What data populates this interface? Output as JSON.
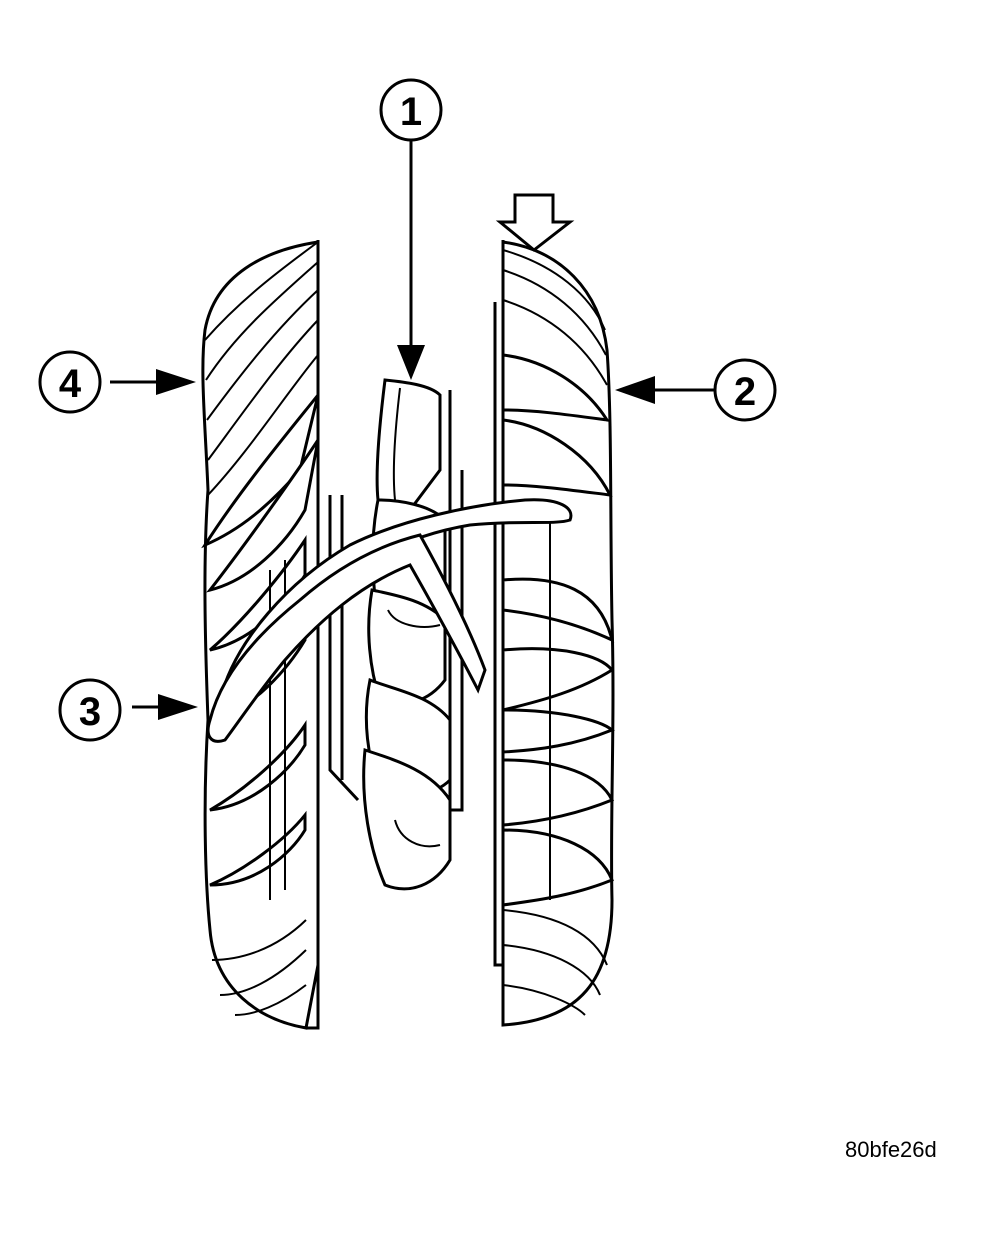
{
  "callouts": [
    {
      "id": "1"
    },
    {
      "id": "2"
    },
    {
      "id": "3"
    },
    {
      "id": "4"
    }
  ],
  "figure_code": "80bfe26d",
  "colors": {
    "ink": "#000000",
    "paper": "#ffffff"
  }
}
